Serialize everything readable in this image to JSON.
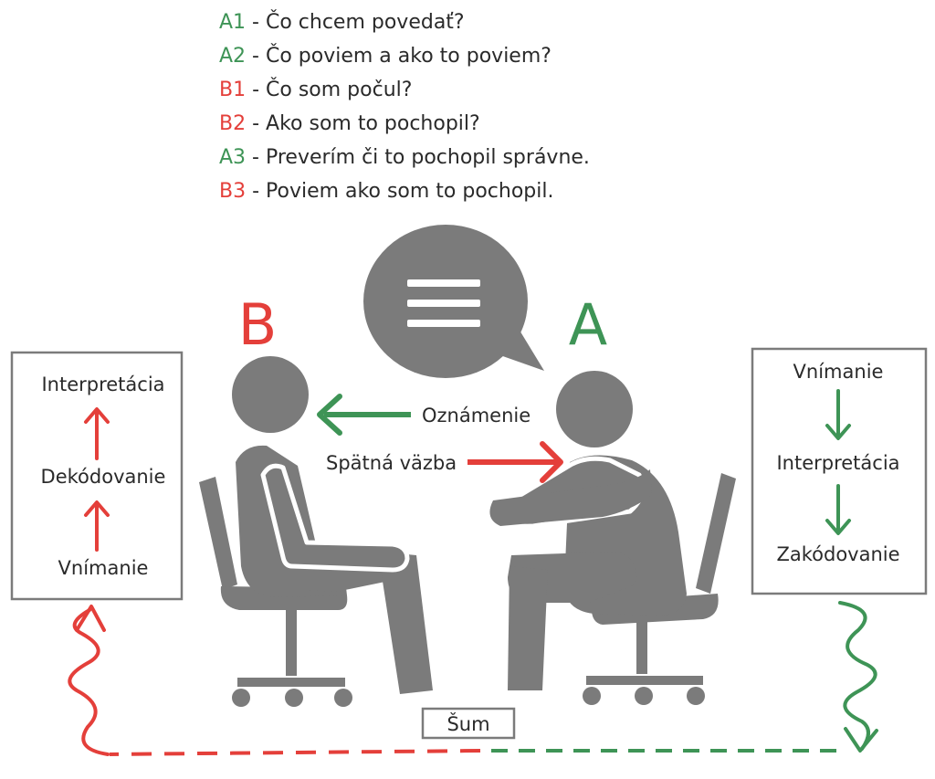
{
  "colors": {
    "sender": "#3e9456",
    "receiver": "#e43f3a",
    "figure": "#7b7b7b",
    "box_border": "#7b7b7b"
  },
  "legend": [
    {
      "code": "A1",
      "text": " - Čo chcem povedať?",
      "color": "#3e9456"
    },
    {
      "code": "A2",
      "text": " - Čo poviem a ako to poviem?",
      "color": "#3e9456"
    },
    {
      "code": "B1",
      "text": " - Čo som počul?",
      "color": "#e43f3a"
    },
    {
      "code": "B2",
      "text": " - Ako som to pochopil?",
      "color": "#e43f3a"
    },
    {
      "code": "A3",
      "text": " - Preverím či to pochopil správne.",
      "color": "#3e9456"
    },
    {
      "code": "B3",
      "text": " - Poviem ako som to pochopil.",
      "color": "#e43f3a"
    }
  ],
  "persons": {
    "receiver": "B",
    "sender": "A"
  },
  "left_box": {
    "top": "Interpretácia",
    "middle": "Dekódovanie",
    "bottom": "Vnímanie"
  },
  "right_box": {
    "top": "Vnímanie",
    "middle": "Interpretácia",
    "bottom": "Zakódovanie"
  },
  "arrows": {
    "message": "Oznámenie",
    "feedback": "Spätná väzba"
  },
  "noise": "Šum",
  "icons": {
    "speech_bubble": "speech-bubble-icon",
    "person_b": "seated-person-icon",
    "person_a": "seated-person-icon"
  }
}
